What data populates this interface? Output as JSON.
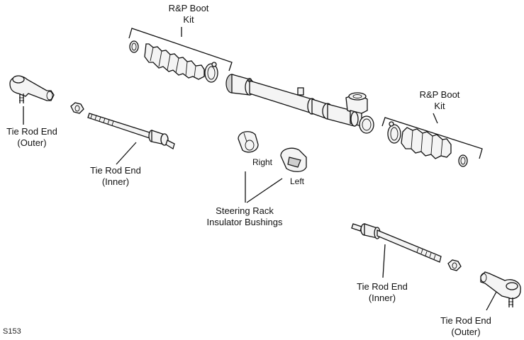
{
  "labels": {
    "boot_kit_left": [
      "R&P Boot",
      "Kit"
    ],
    "boot_kit_right": [
      "R&P Boot",
      "Kit"
    ],
    "tie_rod_outer_left": [
      "Tie Rod End",
      "(Outer)"
    ],
    "tie_rod_inner_left": [
      "Tie Rod End",
      "(Inner)"
    ],
    "bushing_right": "Right",
    "bushing_left": "Left",
    "bushings": [
      "Steering Rack",
      "Insulator Bushings"
    ],
    "tie_rod_inner_right": [
      "Tie Rod End",
      "(Inner)"
    ],
    "tie_rod_outer_right": [
      "Tie Rod End",
      "(Outer)"
    ]
  },
  "figure_id": "S153"
}
